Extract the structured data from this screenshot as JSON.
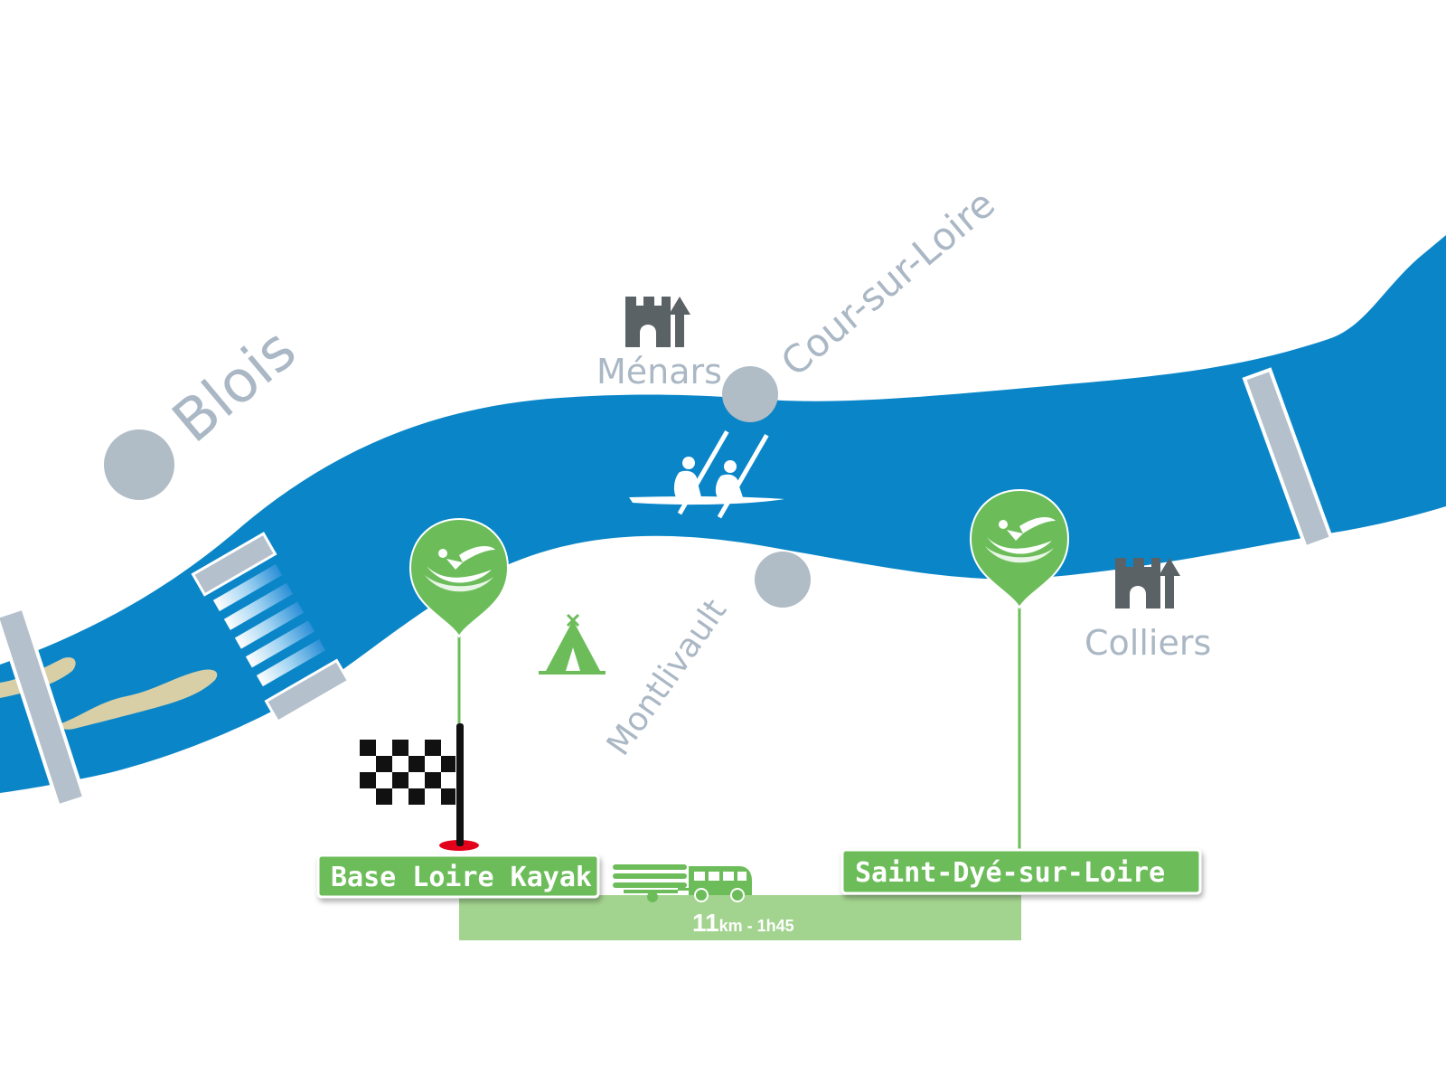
{
  "colors": {
    "river": "#0a86c8",
    "bridge": "#b4c0cb",
    "town_dot": "#b0bcc6",
    "town_text": "#aab7c4",
    "green": "#6cbd5a",
    "green_light": "#a3d48f",
    "castle": "#5a6266",
    "sandbank": "#d9cfa6"
  },
  "towns": {
    "blois": "Blois",
    "menars": "Ménars",
    "cour": "Cour-sur-Loire",
    "montlivault": "Montlivault",
    "colliers": "Colliers"
  },
  "stations": {
    "start": "Base Loire Kayak",
    "end": "Saint-Dyé-sur-Loire"
  },
  "route": {
    "distance": "11",
    "unit": "km",
    "duration": " - 1h45"
  },
  "icons": [
    "kayak-icon",
    "castle-icon",
    "campsite-icon",
    "checkered-flag-icon",
    "shuttle-bus-icon",
    "canoe-trailer-icon",
    "kayak-station-pin-icon"
  ]
}
